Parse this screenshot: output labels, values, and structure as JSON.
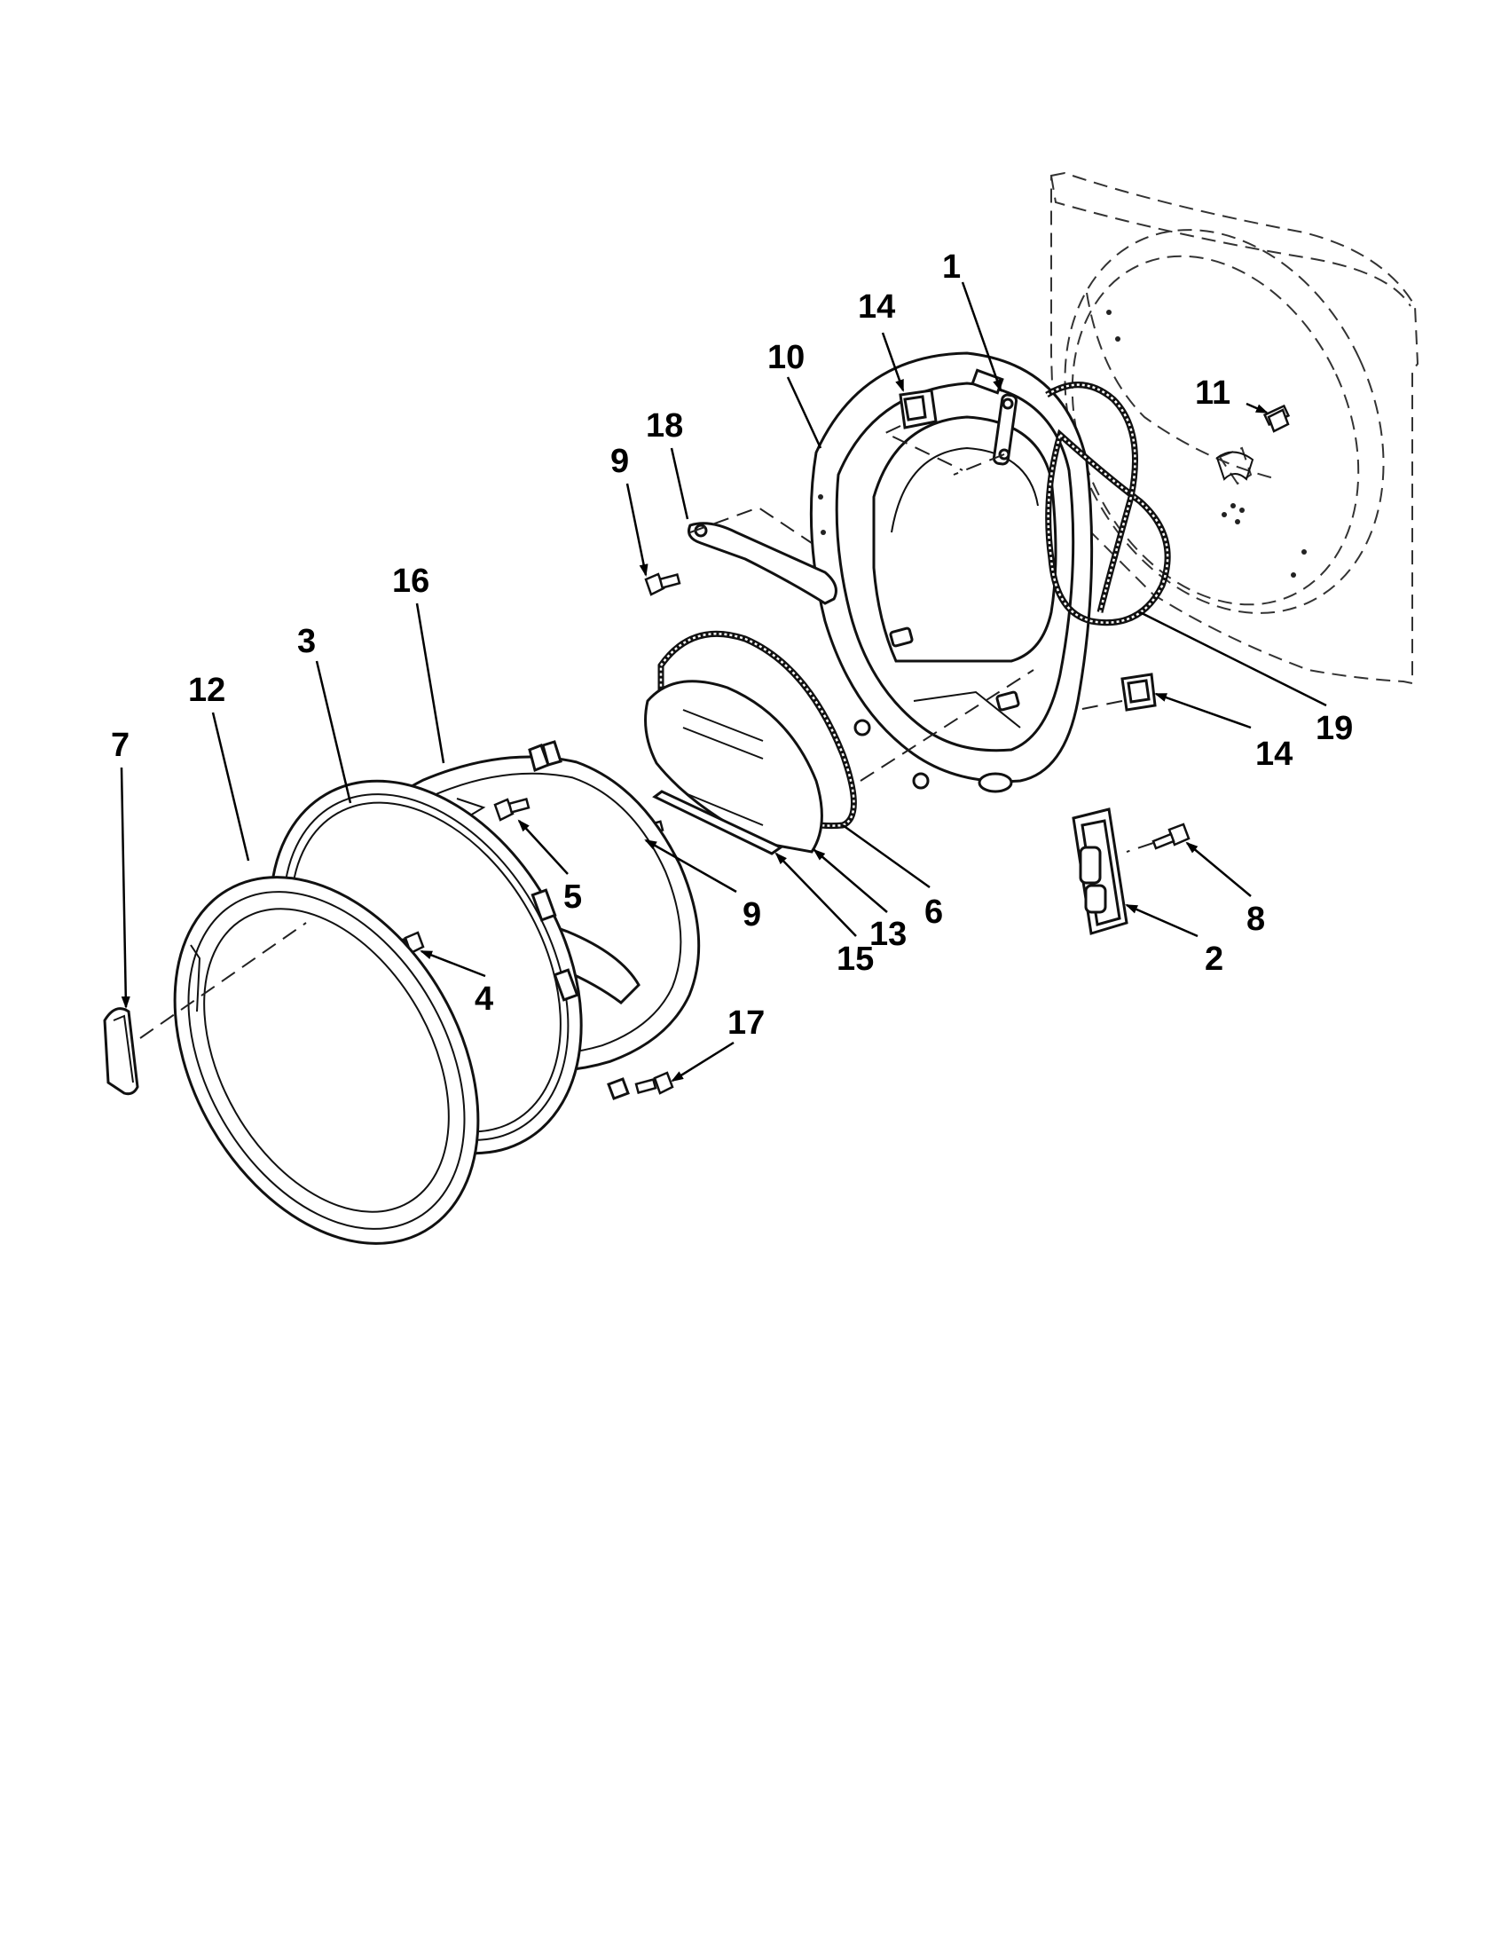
{
  "callouts": [
    {
      "id": "c1",
      "text": "1"
    },
    {
      "id": "c14a",
      "text": "14"
    },
    {
      "id": "c10",
      "text": "10"
    },
    {
      "id": "c11",
      "text": "11"
    },
    {
      "id": "c18",
      "text": "18"
    },
    {
      "id": "c9a",
      "text": "9"
    },
    {
      "id": "c16",
      "text": "16"
    },
    {
      "id": "c3",
      "text": "3"
    },
    {
      "id": "c12",
      "text": "12"
    },
    {
      "id": "c7",
      "text": "7"
    },
    {
      "id": "c19",
      "text": "19"
    },
    {
      "id": "c14b",
      "text": "14"
    },
    {
      "id": "c5",
      "text": "5"
    },
    {
      "id": "c9b",
      "text": "9"
    },
    {
      "id": "c13",
      "text": "13"
    },
    {
      "id": "c6",
      "text": "6"
    },
    {
      "id": "c15",
      "text": "15"
    },
    {
      "id": "c8",
      "text": "8"
    },
    {
      "id": "c2",
      "text": "2"
    },
    {
      "id": "c4",
      "text": "4"
    },
    {
      "id": "c17",
      "text": "17"
    }
  ]
}
